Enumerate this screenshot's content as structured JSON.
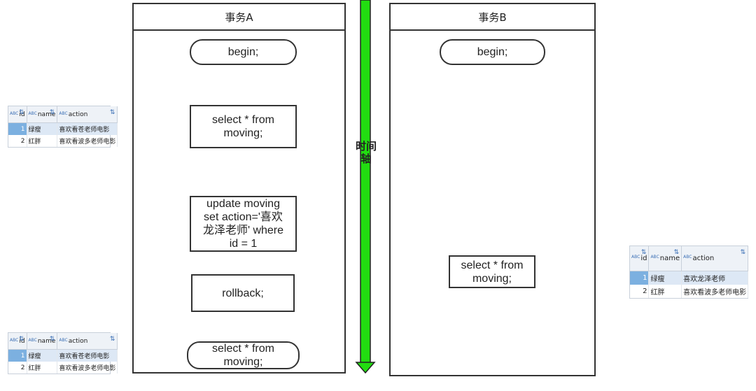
{
  "lanes": {
    "a": {
      "title": "事务A"
    },
    "b": {
      "title": "事务B"
    }
  },
  "timeline": {
    "label": "时间\n轴",
    "color": "#22dd11"
  },
  "nodes_a": {
    "begin": "begin;",
    "select1": "select * from\nmoving;",
    "update": "update moving\nset action='喜欢\n龙泽老师' where\nid = 1",
    "rollback": "rollback;",
    "select2": "select * from\nmoving;"
  },
  "nodes_b": {
    "begin": "begin;",
    "select": "select * from\nmoving;"
  },
  "grid_columns": {
    "id": "id",
    "name": "name",
    "action": "action",
    "col_tag": "ABC"
  },
  "grids": {
    "top_left": {
      "rows": [
        {
          "id": "1",
          "name": "绿瘦",
          "action": "喜欢看苍老师电影"
        },
        {
          "id": "2",
          "name": "红胖",
          "action": "喜欢看波多老师电影"
        }
      ]
    },
    "bottom_left": {
      "rows": [
        {
          "id": "1",
          "name": "绿瘦",
          "action": "喜欢看苍老师电影"
        },
        {
          "id": "2",
          "name": "红胖",
          "action": "喜欢看波多老师电影"
        }
      ]
    },
    "right": {
      "rows": [
        {
          "id": "1",
          "name": "绿瘦",
          "action": "喜欢龙泽老师"
        },
        {
          "id": "2",
          "name": "红胖",
          "action": "喜欢看波多老师电影"
        }
      ]
    }
  }
}
